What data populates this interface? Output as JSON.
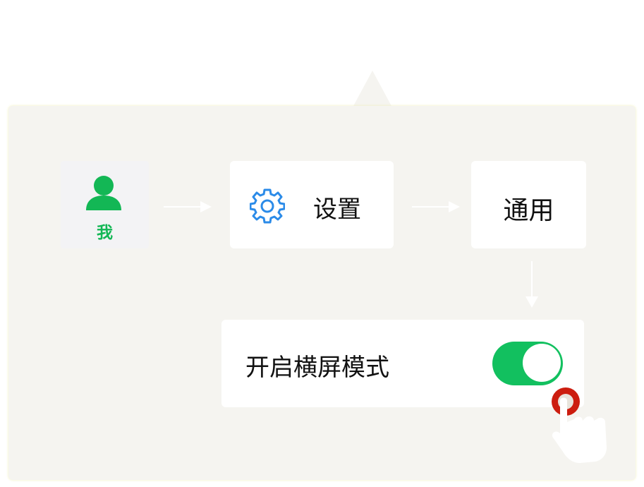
{
  "me": {
    "label": "我",
    "icon": "person-icon",
    "color": "#13b755"
  },
  "settings": {
    "label": "设置",
    "icon": "gear-icon",
    "icon_color": "#2b8be8"
  },
  "general": {
    "label": "通用"
  },
  "landscape": {
    "label": "开启横屏模式",
    "toggle_state": "on",
    "toggle_color": "#12c05f"
  },
  "tap_indicator": {
    "icon": "pointing-hand-icon",
    "dot_color": "#cc1d0f"
  },
  "panel": {
    "background": "#f5f4f0"
  }
}
